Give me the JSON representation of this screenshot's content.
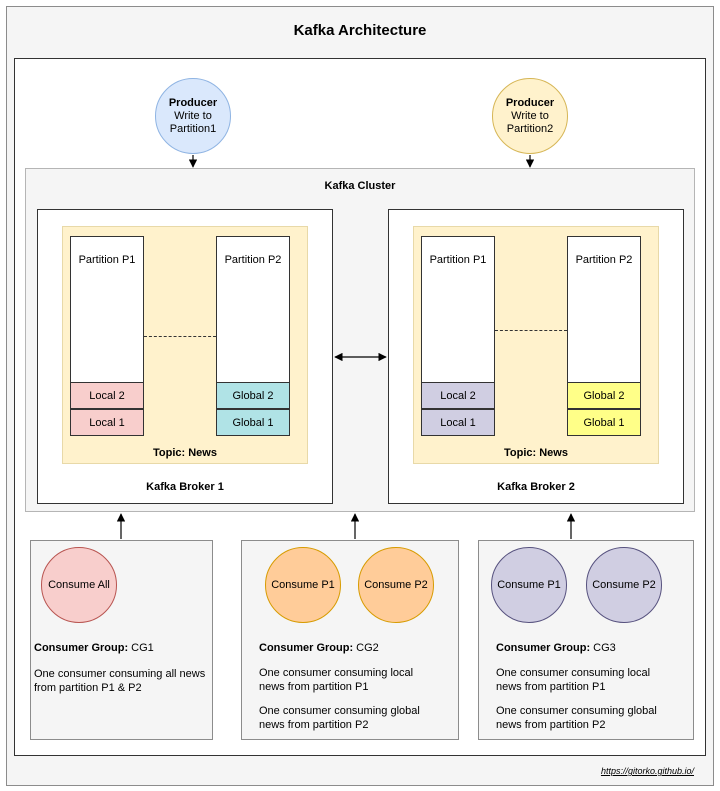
{
  "title": "Kafka Architecture",
  "producers": [
    {
      "title": "Producer",
      "line1": "Write to",
      "line2": "Partition1",
      "fill": "#dae8fc",
      "stroke": "#8fb4e3"
    },
    {
      "title": "Producer",
      "line1": "Write to",
      "line2": "Partition2",
      "fill": "#fff2cc",
      "stroke": "#d6b656"
    }
  ],
  "cluster": {
    "label": "Kafka Cluster"
  },
  "brokers": [
    {
      "label": "Kafka Broker 1",
      "topic": "Topic: News",
      "partitions": [
        {
          "label": "Partition P1",
          "cells": [
            "Local 2",
            "Local 1"
          ],
          "fill": "#f8cecc"
        },
        {
          "label": "Partition P2",
          "cells": [
            "Global 2",
            "Global 1"
          ],
          "fill": "#b0e3e6"
        }
      ]
    },
    {
      "label": "Kafka Broker 2",
      "topic": "Topic: News",
      "partitions": [
        {
          "label": "Partition P1",
          "cells": [
            "Local 2",
            "Local 1"
          ],
          "fill": "#d0cee2"
        },
        {
          "label": "Partition P2",
          "cells": [
            "Global 2",
            "Global 1"
          ],
          "fill": "#ffff88"
        }
      ]
    }
  ],
  "consumer_groups": [
    {
      "group_label": "Consumer Group:",
      "group_id": " CG1",
      "consumers": [
        {
          "label": "Consume All",
          "fill": "#f8cecc",
          "stroke": "#b85450"
        }
      ],
      "descriptions": [
        "One consumer consuming all news from partition P1 & P2"
      ]
    },
    {
      "group_label": "Consumer Group:",
      "group_id": " CG2",
      "consumers": [
        {
          "label": "Consume P1",
          "fill": "#ffcc99",
          "stroke": "#d79b00"
        },
        {
          "label": "Consume P2",
          "fill": "#ffcc99",
          "stroke": "#d79b00"
        }
      ],
      "descriptions": [
        "One consumer consuming local news from partition P1",
        "One consumer consuming global news from partition P2"
      ]
    },
    {
      "group_label": "Consumer Group:",
      "group_id": " CG3",
      "consumers": [
        {
          "label": "Consume P1",
          "fill": "#d0cee2",
          "stroke": "#56517e"
        },
        {
          "label": "Consume P2",
          "fill": "#d0cee2",
          "stroke": "#56517e"
        }
      ],
      "descriptions": [
        "One consumer consuming local news from partition P1",
        "One consumer consuming global news from partition P2"
      ]
    }
  ],
  "footer": "https://gitorko.github.io/"
}
